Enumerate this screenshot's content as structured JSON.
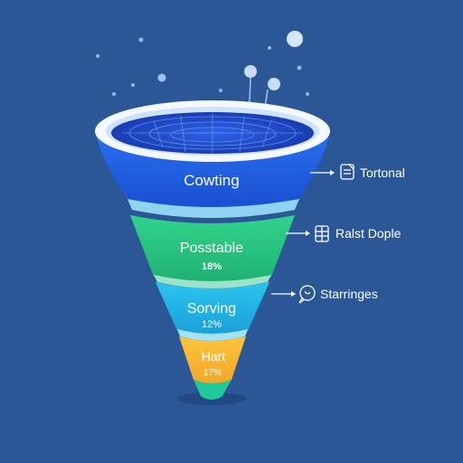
{
  "funnel": {
    "stages": [
      {
        "label": "Cowting",
        "value": "",
        "color": "#1f5ee0"
      },
      {
        "label": "Posstable",
        "value": "18%",
        "color": "#27c47e"
      },
      {
        "label": "Sorving",
        "value": "12%",
        "color": "#1fb6e8"
      },
      {
        "label": "Hart",
        "value": "17%",
        "color": "#f5b833"
      }
    ]
  },
  "callouts": [
    {
      "label": "Tortonal",
      "icon": "document-icon"
    },
    {
      "label": "Ralst Dople",
      "icon": "database-icon"
    },
    {
      "label": "Starringes",
      "icon": "chat-icon"
    }
  ],
  "colors": {
    "background": "#2b5797",
    "rim": "#f4f8ff",
    "bowl": "#1b44c9",
    "tip": "#20c997",
    "particle": "#8fb9ef"
  }
}
